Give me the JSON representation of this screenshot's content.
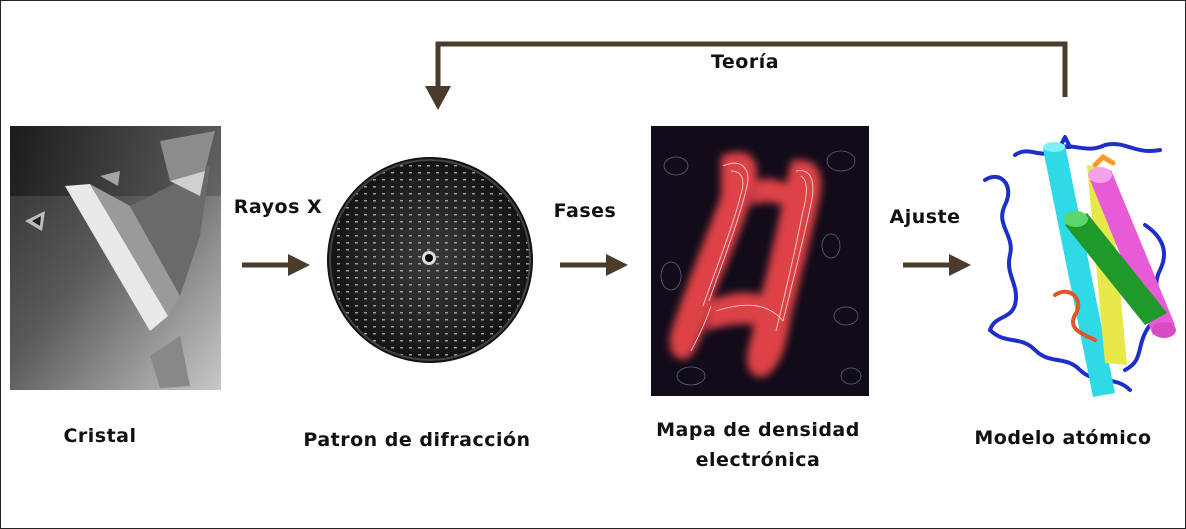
{
  "diagram": {
    "colors": {
      "arrow": "#4a3b2a",
      "text": "#111111",
      "background": "#ffffff"
    },
    "steps": [
      {
        "name": "crystal",
        "caption": "Cristal"
      },
      {
        "name": "diffraction",
        "caption": "Patron de difracción"
      },
      {
        "name": "density",
        "caption_line1": "Mapa de densidad",
        "caption_line2": "electrónica"
      },
      {
        "name": "model",
        "caption": "Modelo atómico"
      }
    ],
    "transitions": {
      "xray": "Rayos X",
      "phases": "Fases",
      "fit": "Ajuste",
      "theory": "Teoría"
    },
    "images": {
      "crystal": "crystal-photo",
      "diffraction": "diffraction-pattern",
      "density": "electron-density-map",
      "model": "protein-ribbon-model"
    }
  }
}
